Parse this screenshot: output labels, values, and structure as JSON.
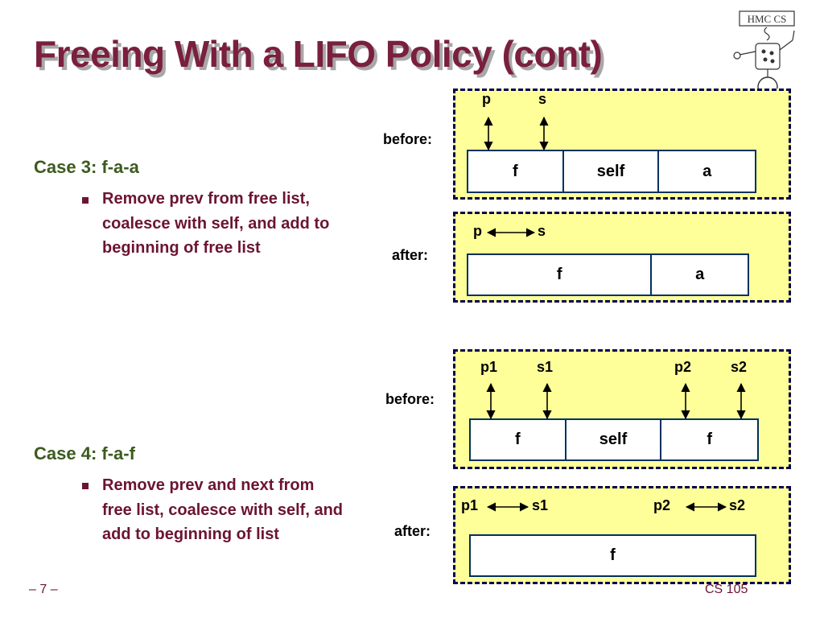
{
  "title": "Freeing With a LIFO Policy (cont)",
  "logo": {
    "text": "HMC CS",
    "icon": "robot-logo-icon"
  },
  "case3": {
    "heading": "Case 3: f-a-a",
    "bullet": "Remove prev from free list, coalesce with self, and add to beginning of free list"
  },
  "case4": {
    "heading": "Case 4: f-a-f",
    "bullet": "Remove prev and next from free list, coalesce with self, and add to beginning of list"
  },
  "diagram3": {
    "before": {
      "label": "before:",
      "p": "p",
      "s": "s",
      "blocks": [
        "f",
        "self",
        "a"
      ]
    },
    "after": {
      "label": "after:",
      "p": "p",
      "s": "s",
      "blocks": [
        "f",
        "a"
      ]
    }
  },
  "diagram4": {
    "before": {
      "label": "before:",
      "p1": "p1",
      "s1": "s1",
      "p2": "p2",
      "s2": "s2",
      "blocks": [
        "f",
        "self",
        "f"
      ]
    },
    "after": {
      "label": "after:",
      "p1": "p1",
      "s1": "s1",
      "p2": "p2",
      "s2": "s2",
      "blocks": [
        "f"
      ]
    }
  },
  "footer": {
    "page": "– 7 –",
    "course": "CS 105"
  },
  "colors": {
    "title": "#7a1f3d",
    "case_heading": "#3c5b1f",
    "bullet": "#6b1433",
    "panel_fill": "#ffff99",
    "panel_border": "#000050",
    "block_border": "#003060"
  }
}
